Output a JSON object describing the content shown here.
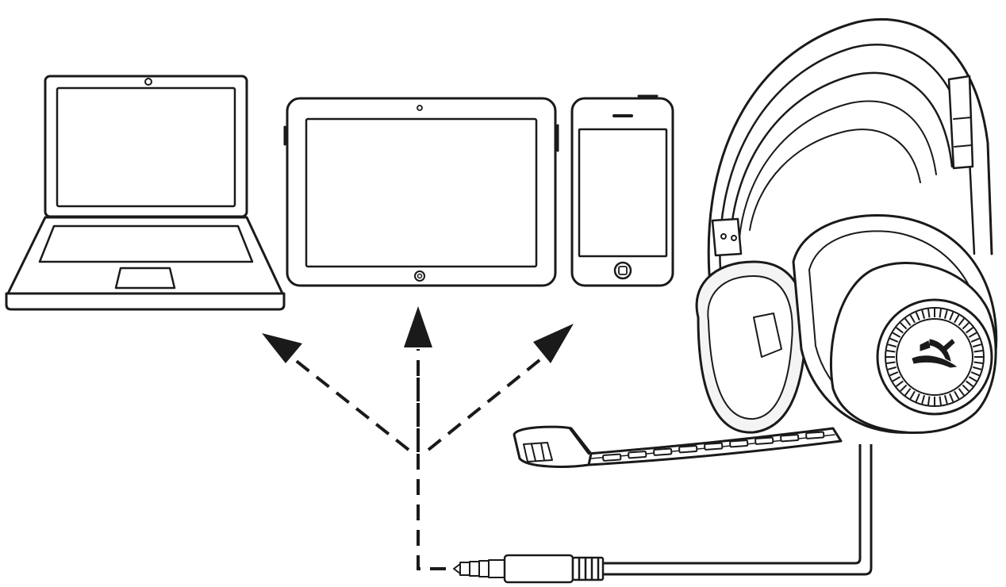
{
  "diagram": {
    "description_visible_text": "",
    "devices": [
      {
        "kind": "laptop",
        "icon": "laptop-icon"
      },
      {
        "kind": "tablet",
        "icon": "tablet-icon"
      },
      {
        "kind": "smartphone",
        "icon": "smartphone-icon"
      }
    ],
    "headset": {
      "icon": "headset-icon",
      "logo": "hyperx-logo"
    },
    "connector": {
      "icon": "audio-jack-icon",
      "type": "3.5mm 4-pole plug"
    },
    "arrows": {
      "count": 3,
      "style": "dashed"
    },
    "colors": {
      "line": "#1a1a1a",
      "background": "#ffffff",
      "fill_light": "#f4f4f4",
      "fill_dark": "#2a2a2a"
    }
  }
}
